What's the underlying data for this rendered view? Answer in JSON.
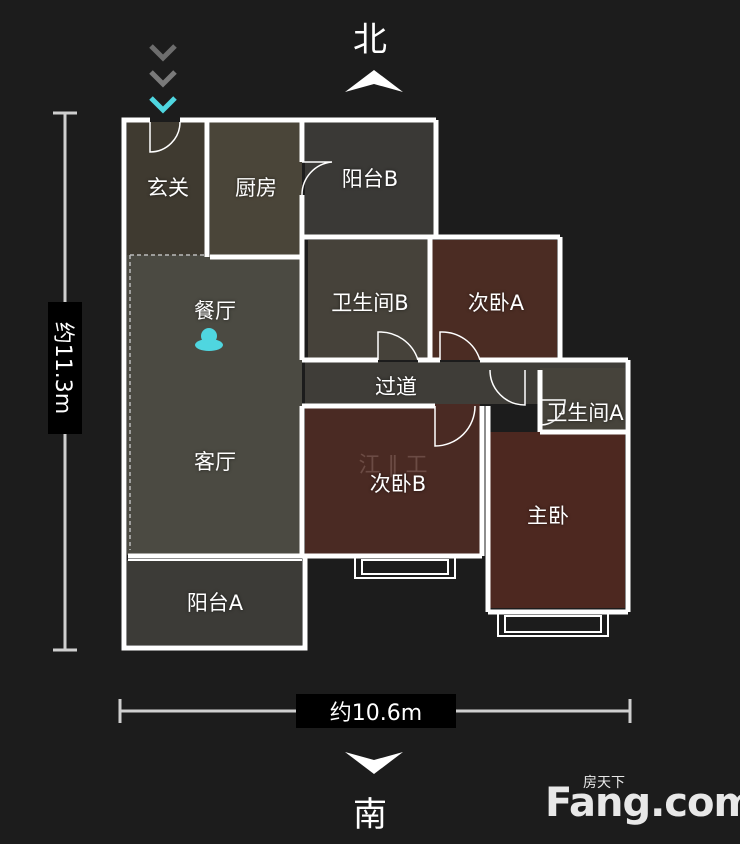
{
  "compass": {
    "north": "北",
    "south": "南"
  },
  "dimensions": {
    "height": "约11.3m",
    "width": "约10.6m"
  },
  "rooms": {
    "entrance": "玄关",
    "kitchen": "厨房",
    "balcony_b": "阳台B",
    "dining": "餐厅",
    "bathroom_b": "卫生间B",
    "bedroom_a": "次卧A",
    "corridor": "过道",
    "bathroom_a": "卫生间A",
    "living": "客厅",
    "bedroom_b": "次卧B",
    "master": "主卧",
    "balcony_a": "阳台A"
  },
  "watermark": {
    "site": "Fang.com",
    "name": "房天下"
  },
  "colors": {
    "background": "#1c1c1c",
    "wall": "#ffffff",
    "marker": "#4fd6e0"
  }
}
